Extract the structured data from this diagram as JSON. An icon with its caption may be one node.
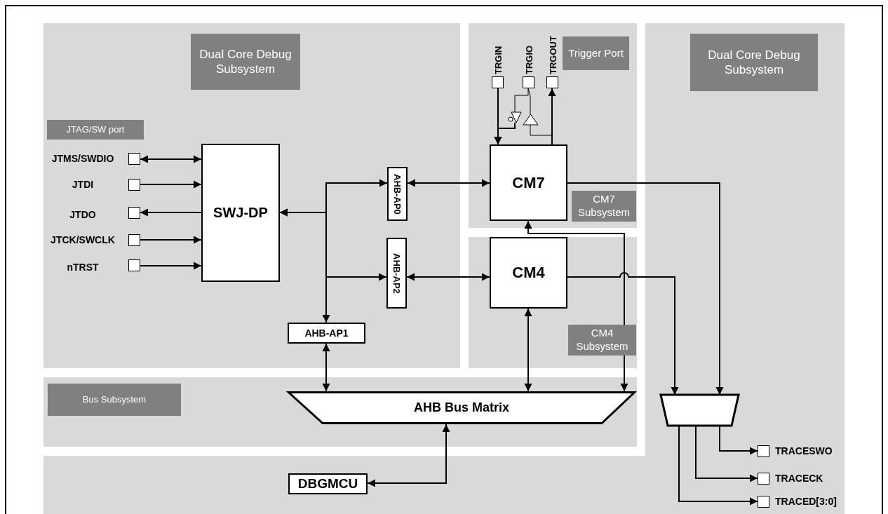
{
  "diagram": {
    "nodes": [
      {
        "text": [
          "Dual Core Debug Subsystem",
          "JTAG/SW port"
        ]
      },
      {
        "text": [
          "Trigger Port",
          "CM7 Subsystem"
        ]
      },
      {
        "text": [
          "Dual Core Debug Subsystem"
        ]
      },
      {
        "text": [
          "CM4 Subsystem"
        ]
      },
      {
        "text": [
          "Bus Subsystem"
        ]
      },
      {
        "text": [],
        "shape": "box",
        "beside": [
          "TRGIN"
        ],
        "in": 1
      },
      {
        "text": [],
        "shape": "box",
        "beside": [
          "TRGIO"
        ],
        "in": 1
      },
      {
        "text": [],
        "shape": "box",
        "beside": [
          "TRGOUT"
        ],
        "in": 1
      },
      {
        "text": [],
        "shape": "triangle",
        "in": 1
      },
      {
        "text": [],
        "shape": "triangle",
        "in": 1
      },
      {
        "text": [],
        "shape": "box",
        "beside": [
          "JTMS/SWDIO"
        ],
        "in": 0
      },
      {
        "text": [],
        "shape": "box",
        "beside": [
          "JTDI"
        ],
        "in": 0
      },
      {
        "text": [],
        "shape": "box",
        "beside": [
          "JTDO"
        ],
        "in": 0
      },
      {
        "text": [],
        "shape": "box",
        "beside": [
          "JTCK/SWCLK"
        ],
        "in": 0
      },
      {
        "text": [],
        "shape": "box",
        "beside": [
          "nTRST"
        ],
        "in": 0
      },
      {
        "text": [
          "SWJ-DP"
        ],
        "in": 0
      },
      {
        "text": [
          "AHB-AP0"
        ],
        "in": 0
      },
      {
        "text": [
          "CM7"
        ],
        "in": 1
      },
      {
        "text": [
          "AHB-AP2"
        ],
        "in": 0
      },
      {
        "text": [
          "CM4"
        ],
        "in": 3
      },
      {
        "text": [
          "AHB-AP1"
        ],
        "in": 0
      },
      {
        "text": [
          "AHB Bus Matrix"
        ],
        "in": 4
      },
      {
        "text": [],
        "shape": "trapezoid",
        "in": 2
      },
      {
        "text": [],
        "shape": "box",
        "beside": [
          "TRACESWO"
        ],
        "in": 2
      },
      {
        "text": [],
        "shape": "box",
        "beside": [
          "TRACECK"
        ],
        "in": 2
      },
      {
        "text": [],
        "shape": "box",
        "beside": [
          "TRACED[3:0]"
        ],
        "in": 2
      },
      {
        "text": [
          "DBGMCU"
        ]
      }
    ],
    "edges": [
      {
        "from": 5,
        "to": 17,
        "arrow": "to"
      },
      {
        "from": 6,
        "to": 8,
        "arrow": "none"
      },
      {
        "from": 8,
        "to": 17,
        "arrow": "to"
      },
      {
        "from": 17,
        "to": 9,
        "arrow": "none"
      },
      {
        "from": 9,
        "to": 6,
        "arrow": "none"
      },
      {
        "from": 17,
        "to": 7,
        "arrow": "to"
      },
      {
        "from": 10,
        "to": 15,
        "arrow": "both"
      },
      {
        "from": 11,
        "to": 15,
        "arrow": "to"
      },
      {
        "from": 15,
        "to": 12,
        "arrow": "to"
      },
      {
        "from": 13,
        "to": 15,
        "arrow": "to"
      },
      {
        "from": 14,
        "to": 15,
        "arrow": "to"
      },
      {
        "from": 15,
        "to": 16,
        "arrow": "both"
      },
      {
        "from": 15,
        "to": 18,
        "arrow": "both"
      },
      {
        "from": 15,
        "to": 20,
        "arrow": "both"
      },
      {
        "from": 16,
        "to": 17,
        "arrow": "both"
      },
      {
        "from": 18,
        "to": 19,
        "arrow": "both"
      },
      {
        "from": 20,
        "to": 21,
        "arrow": "both"
      },
      {
        "from": 19,
        "to": 21,
        "arrow": "both"
      },
      {
        "from": 21,
        "to": 17,
        "arrow": "both"
      },
      {
        "from": 17,
        "to": 22,
        "arrow": "to"
      },
      {
        "from": 19,
        "to": 22,
        "arrow": "to"
      },
      {
        "from": 22,
        "to": 23,
        "arrow": "to"
      },
      {
        "from": 22,
        "to": 24,
        "arrow": "to"
      },
      {
        "from": 22,
        "to": 25,
        "arrow": "to"
      },
      {
        "from": 26,
        "to": 21,
        "arrow": "both"
      }
    ]
  }
}
